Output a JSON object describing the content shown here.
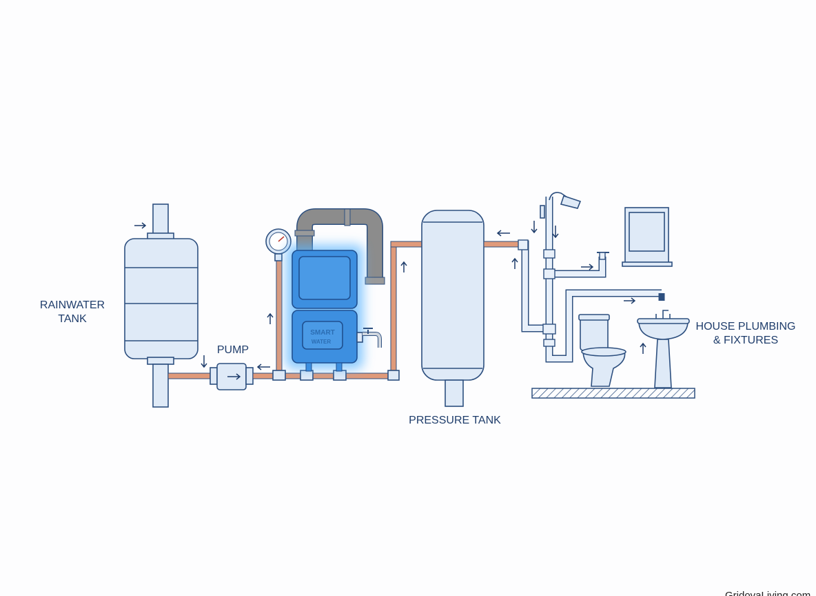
{
  "labels": {
    "rainwater_tank": [
      "RAINWATER",
      "TANK"
    ],
    "pump": "PUMP",
    "pressure_tank": "PRESSURE TANK",
    "house_plumbing": [
      "HOUSE PLUMBING",
      "& FIXTURES"
    ],
    "smart_unit": [
      "SMART",
      "WATER"
    ]
  },
  "watermark": "GridovaLiving.com",
  "colors": {
    "outline": "#2d4f7f",
    "tank_fill": "#dfeaf7",
    "copper_pipe": "#e09a7a",
    "smart_unit": "#3d8fe0",
    "gray_pipe": "#8a8a8a"
  }
}
